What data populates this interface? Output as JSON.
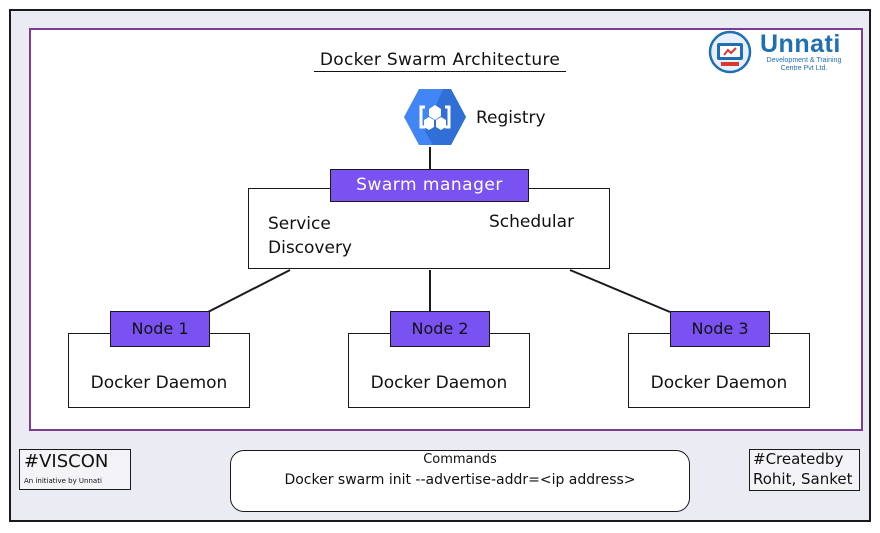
{
  "title": "Docker Swarm Architecture",
  "logo": {
    "name": "Unnati",
    "subtitle": "Development & Training Centre Pvt Ltd."
  },
  "registry": {
    "label": "Registry"
  },
  "manager": {
    "label": "Swarm manager",
    "service": "Service",
    "discovery": "Discovery",
    "scheduler": "Schedular"
  },
  "nodes": [
    {
      "label": "Node 1",
      "daemon": "Docker Daemon"
    },
    {
      "label": "Node 2",
      "daemon": "Docker Daemon"
    },
    {
      "label": "Node 3",
      "daemon": "Docker Daemon"
    }
  ],
  "footer": {
    "viscon": "#VISCON",
    "viscon_sub": "An initiative by Unnati",
    "commands_title": "Commands",
    "command": "Docker swarm init --advertise-addr=<ip address>",
    "created_by": "#Createdby",
    "authors": "Rohit, Sanket"
  },
  "colors": {
    "accent": "#7b52f2",
    "frame": "#7b3b96",
    "registry": "#4285f4",
    "logo": "#1f6fb5"
  }
}
